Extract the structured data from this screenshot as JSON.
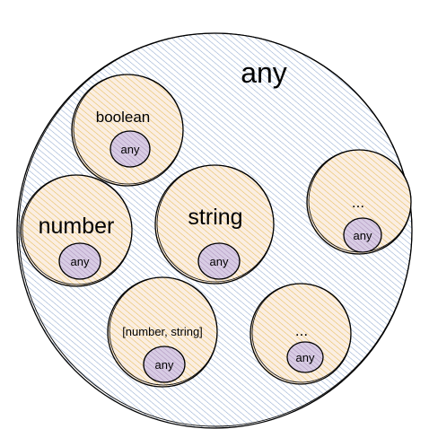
{
  "colors": {
    "outer_fill": "#dae8fc",
    "outer_hatch": "#6c8ebf",
    "set_fill": "#ffe6cc",
    "set_hatch": "#d79b00",
    "any_fill": "#e1d5e7",
    "any_hatch": "#9673a6",
    "stroke": "#000000"
  },
  "diagram": {
    "outer_label": "any",
    "sets": [
      {
        "label": "boolean",
        "inner_label": "any"
      },
      {
        "label": "number",
        "inner_label": "any"
      },
      {
        "label": "string",
        "inner_label": "any"
      },
      {
        "label": "...",
        "inner_label": "any"
      },
      {
        "label": "[number, string]",
        "inner_label": "any"
      },
      {
        "label": "...",
        "inner_label": "any"
      }
    ]
  }
}
